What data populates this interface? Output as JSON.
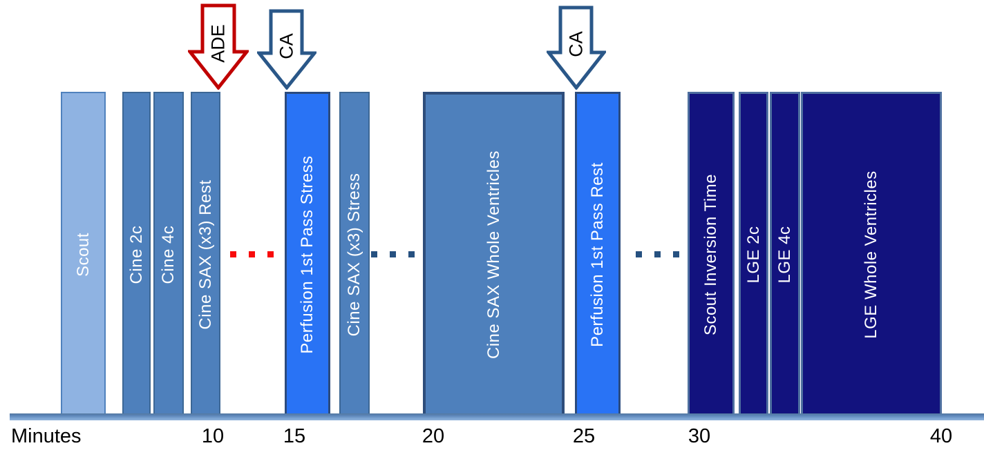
{
  "diagram": {
    "type": "timeline",
    "axis_label": "Minutes",
    "ticks": [
      "10",
      "15",
      "20",
      "25",
      "30",
      "40"
    ],
    "bars": [
      {
        "label": "Scout",
        "kind": "scout"
      },
      {
        "label": "Cine 2c",
        "kind": "cine"
      },
      {
        "label": "Cine 4c",
        "kind": "cine"
      },
      {
        "label": "Cine SAX (x3) Rest",
        "kind": "cine"
      },
      {
        "label": "Perfusion 1st Pass Stress",
        "kind": "perfusion"
      },
      {
        "label": "Cine SAX (x3) Stress",
        "kind": "cine"
      },
      {
        "label": "Cine SAX Whole Ventricles",
        "kind": "cine"
      },
      {
        "label": "Perfusion 1st Pass Rest",
        "kind": "perfusion"
      },
      {
        "label": "Scout Inversion Time",
        "kind": "lge"
      },
      {
        "label": "LGE 2c",
        "kind": "lge"
      },
      {
        "label": "LGE 4c",
        "kind": "lge"
      },
      {
        "label": "LGE Whole Ventricles",
        "kind": "lge"
      }
    ],
    "arrows": [
      {
        "label": "ADE",
        "color": "#C00000"
      },
      {
        "label": "CA",
        "color": "#2A5788"
      },
      {
        "label": "CA",
        "color": "#2A5788"
      }
    ],
    "colors": {
      "scout_fill": "#8FB3E2",
      "cine_fill": "#4E80BC",
      "perfusion_fill": "#2973F5",
      "lge_fill": "#12127E",
      "red_dots": "#F80B0B",
      "blue_dots": "#265180",
      "axis": "#6A95C8"
    }
  }
}
